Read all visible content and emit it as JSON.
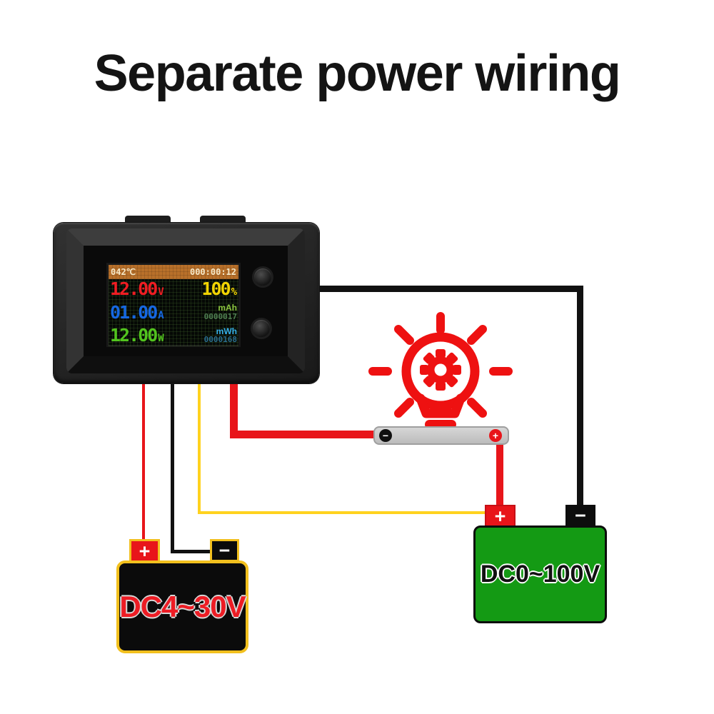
{
  "title": "Separate power wiring",
  "meter": {
    "header": {
      "temperature": "042℃",
      "runtime": "000:00:12"
    },
    "readings": {
      "voltage": {
        "value": "12.00",
        "unit": "V"
      },
      "percent": {
        "value": "100",
        "unit": "%"
      },
      "current": {
        "value": "01.00",
        "unit": "A"
      },
      "capacity": {
        "label": "mAh",
        "value": "0000017"
      },
      "power": {
        "value": "12.00",
        "unit": "W"
      },
      "energy": {
        "label": "mWh",
        "value": "0000168"
      }
    }
  },
  "shunt": {
    "minus_symbol": "−",
    "plus_symbol": "+"
  },
  "battery_measured": {
    "label": "DC4~30V",
    "plus_symbol": "+",
    "minus_symbol": "−"
  },
  "battery_power": {
    "label": "DC0~100V",
    "plus_symbol": "+",
    "minus_symbol": "−"
  },
  "colors": {
    "wire_red": "#e8151a",
    "wire_yellow": "#ffd21e",
    "wire_black": "#111111",
    "lcd_header_orange": "#b8702a",
    "lcd_voltage_red": "#f01d23",
    "lcd_percent_yellow": "#f2d402",
    "lcd_current_blue": "#1668e2",
    "lcd_power_green": "#52c41e",
    "battery_green": "#149a14",
    "battery_border_gold": "#f2c01e",
    "load_icon_red": "#ee1111"
  }
}
